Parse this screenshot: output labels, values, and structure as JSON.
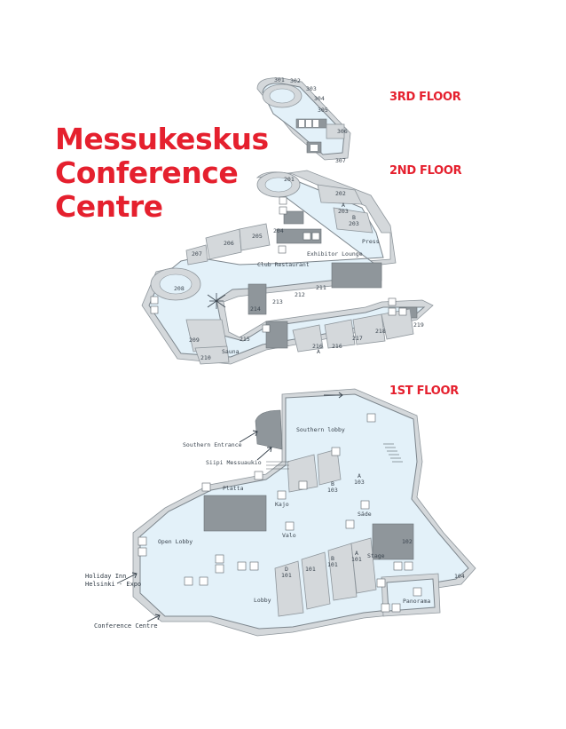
{
  "title": {
    "line1": "Messukeskus",
    "line2": "Conference",
    "line3": "Centre"
  },
  "floors": {
    "third": "3RD FLOOR",
    "second": "2ND FLOOR",
    "first": "1ST FLOOR"
  },
  "rooms_3rd": [
    "301",
    "302",
    "303",
    "304",
    "305",
    "306",
    "307"
  ],
  "rooms_2nd": {
    "r201": "201",
    "r202": "202",
    "r203a_letter": "A",
    "r203a": "203",
    "r203b_letter": "B",
    "r203b": "203",
    "press": "Press",
    "r204": "204",
    "r205": "205",
    "r206": "206",
    "r207": "207",
    "exhibitor_lounge": "Exhibitor Lounge",
    "club_restaurant": "Club Restaurant",
    "r208": "208",
    "r211": "211",
    "r212": "212",
    "r213": "213",
    "r214": "214",
    "r215": "215",
    "r216a": "216",
    "r216a_letter": "A",
    "r216": "216",
    "r217": "217",
    "r218": "218",
    "r219": "219",
    "r209": "209",
    "r210": "210",
    "sauna": "Sauna"
  },
  "rooms_1st": {
    "southern_lobby": "Southern lobby",
    "southern_entrance": "Southern Entrance",
    "siipi": "Siipi Messuaukio",
    "platta": "Platta",
    "kajo": "Kajo",
    "r103a_letter": "A",
    "r103a": "103",
    "r103b_letter": "B",
    "r103b": "103",
    "sade": "Säde",
    "valo": "Valo",
    "r102": "102",
    "open_lobby": "Open Lobby",
    "r101d_letter": "D",
    "r101d": "101",
    "r101c": "101",
    "r101b_letter": "B",
    "r101b": "101",
    "r101a_letter": "A",
    "r101a": "101",
    "stage": "Stage",
    "r104": "104",
    "lobby": "Lobby",
    "panorama": "Panorama"
  },
  "external": {
    "holiday_line1": "Holiday Inn",
    "holiday_line2": "Helsinki - Expo",
    "conference_centre": "Conference Centre"
  },
  "colors": {
    "accent": "#e5202e",
    "floor": "#e3f1f9",
    "wall": "#d4d8db",
    "dark_block": "#8f969b"
  },
  "icons": [
    "toilet-icon",
    "accessible-icon",
    "elevator-icon",
    "stairs-icon",
    "cloakroom-icon",
    "info-icon",
    "escalator-icon"
  ]
}
